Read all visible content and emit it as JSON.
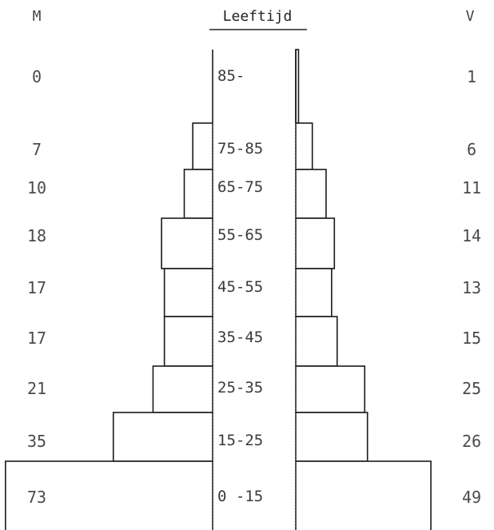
{
  "chart_data": {
    "type": "bar",
    "title": "Leeftijd",
    "left_header": "M",
    "right_header": "V",
    "categories": [
      "85-",
      "75-85",
      "65-75",
      "55-65",
      "45-55",
      "35-45",
      "25-35",
      "15-25",
      "0 -15"
    ],
    "series": [
      {
        "name": "M",
        "values": [
          0,
          7,
          10,
          18,
          17,
          17,
          21,
          35,
          73
        ]
      },
      {
        "name": "V",
        "values": [
          1,
          6,
          11,
          14,
          13,
          15,
          25,
          26,
          49
        ]
      }
    ]
  }
}
